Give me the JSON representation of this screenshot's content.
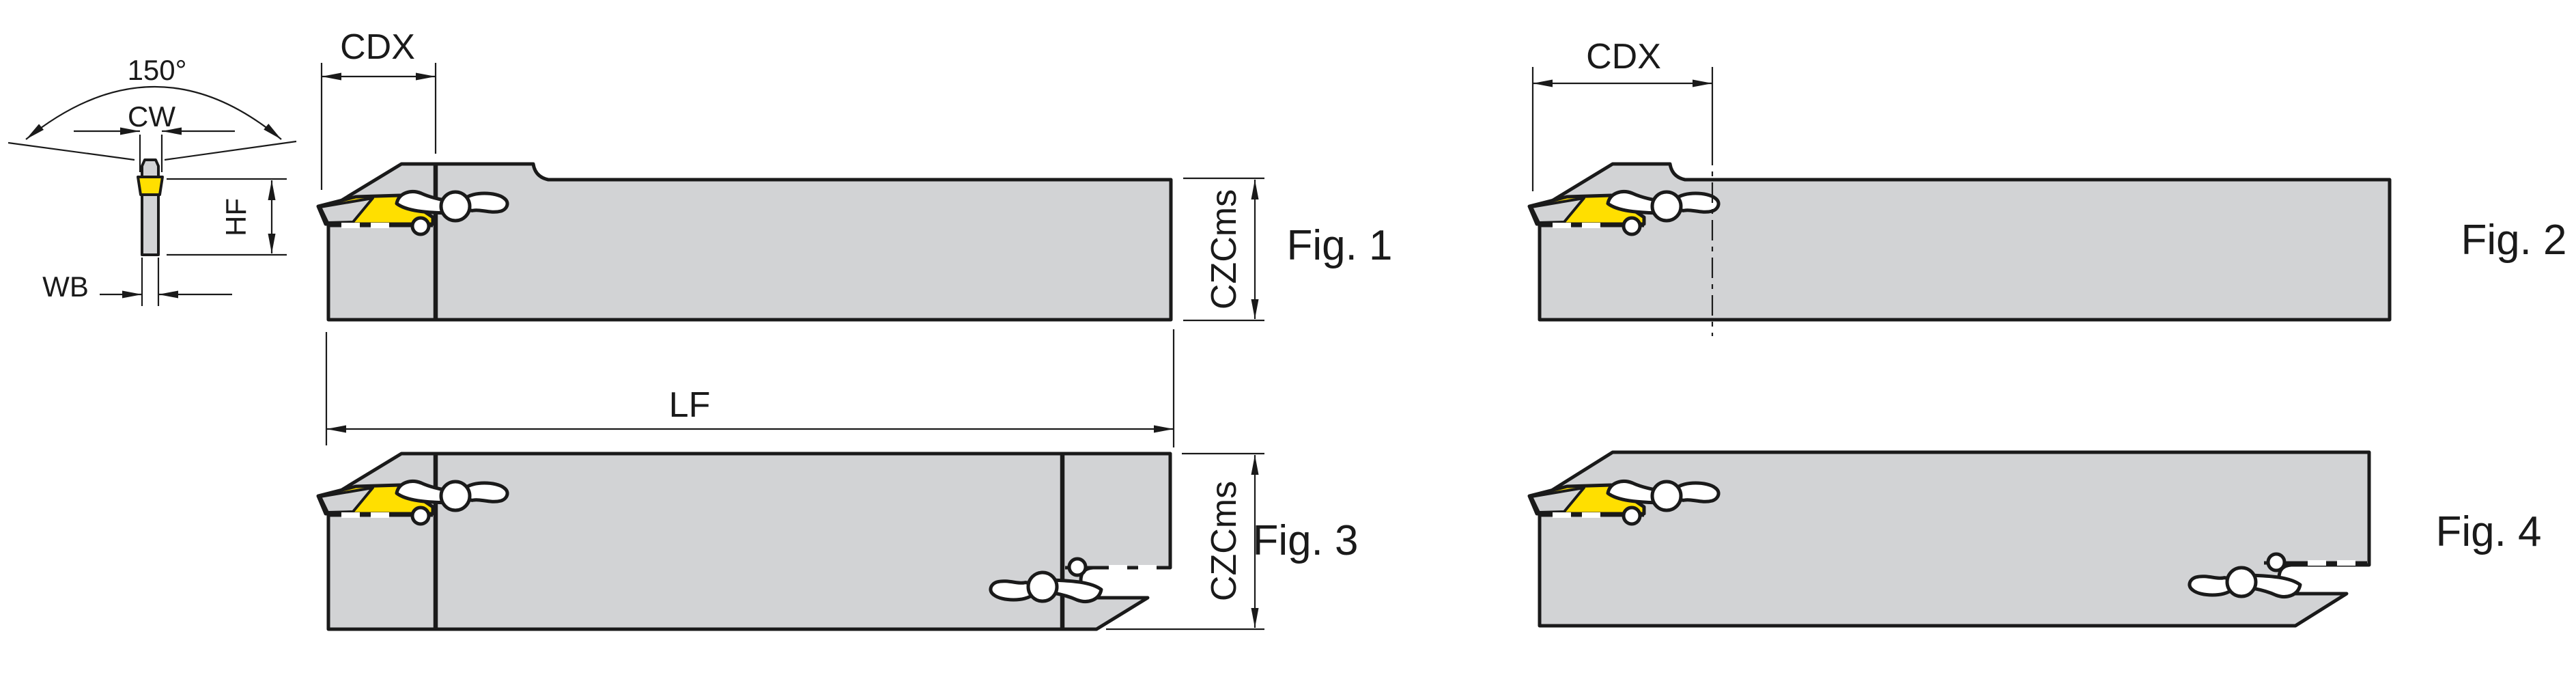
{
  "diagram": {
    "type": "engineering-drawing",
    "subject": "grooving / parting tool holder views",
    "views": [
      "front blade view",
      "Fig. 1 side view",
      "Fig. 2 side view",
      "Fig. 3 double-ended side view",
      "Fig. 4 double-ended side view"
    ]
  },
  "labels": {
    "angle": "150°",
    "cw": "CW",
    "hf": "HF",
    "wb": "WB",
    "cdx_fig1": "CDX",
    "cdx_fig2": "CDX",
    "lf": "LF",
    "czcms_fig1": "CZCms",
    "czcms_fig3": "CZCms",
    "fig1": "Fig. 1",
    "fig2": "Fig. 2",
    "fig3": "Fig. 3",
    "fig4": "Fig. 4"
  },
  "colors": {
    "background": "#ffffff",
    "body_grey": "#d2d3d5",
    "insert_yellow": "#ffdf00",
    "line_black": "#1a1a1a",
    "clamp_white": "#ffffff"
  }
}
